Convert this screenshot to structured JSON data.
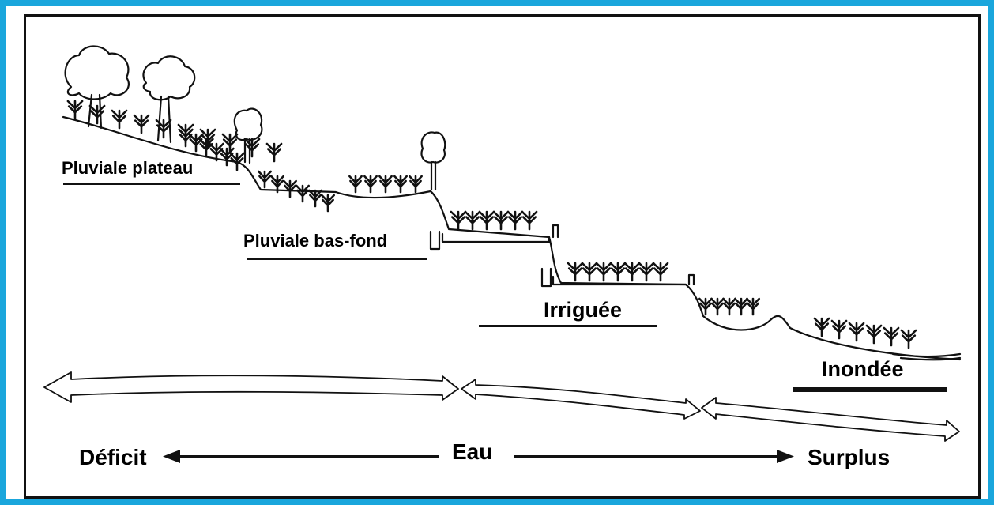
{
  "zones": {
    "plateau": "Pluviale plateau",
    "bas_fond": "Pluviale bas-fond",
    "irriguee": "Irriguée",
    "inondee": "Inondée"
  },
  "water_axis": {
    "left": "Déficit",
    "center": "Eau",
    "right": "Surplus"
  },
  "colors": {
    "frame": "#1aa6dc",
    "ink": "#111111"
  }
}
